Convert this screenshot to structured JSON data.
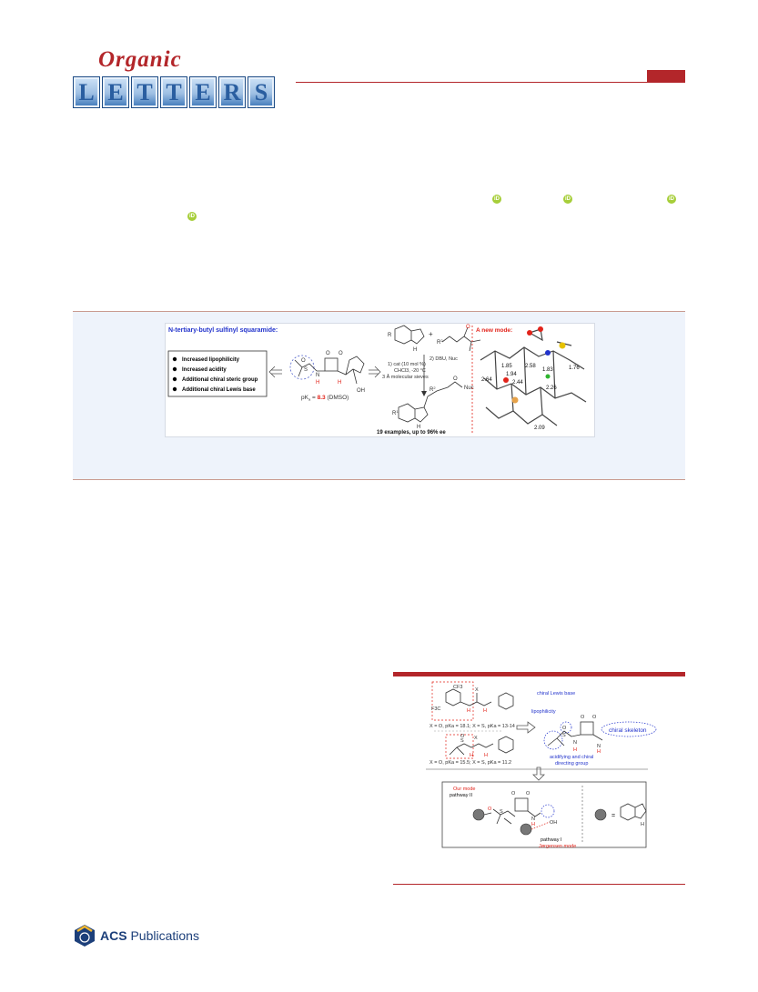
{
  "masthead": {
    "journal_script": "Organic",
    "journal_letters": [
      "L",
      "E",
      "T",
      "T",
      "E",
      "R",
      "S"
    ]
  },
  "toc": {
    "title": "N-tertiary-butyl sulfinyl squaramide:",
    "features": [
      "Increased lipophilicity",
      "Increased acidity",
      "Additional chiral steric group",
      "Additional chiral Lewis base"
    ],
    "pka_prefix": "pK",
    "pka_sub": "a",
    "pka_eq": " = ",
    "pka_value": "8.3",
    "pka_solvent": " (DMSO)",
    "nh_label": "H",
    "oh_label": "OH",
    "o_label": "O",
    "s_label": "S",
    "n_label": "N",
    "plus": "+",
    "r_label": "R",
    "r1_label": "R",
    "r1_sup": "1",
    "r2_label": "R",
    "r2_sup": "2",
    "step1": "1) cat (10 mol %)",
    "step1b": "CHCl3, -20 °C",
    "step1c": "3 Å molecular sieves",
    "step2": "2) DBU, Nuc",
    "nuc_label": "Nuc",
    "result": "19 examples, up to 96% ee",
    "mode_title": "A new mode:",
    "distances": [
      "2.58",
      "1.85",
      "1.83",
      "1.76",
      "1.94",
      "2.64",
      "2.44",
      "2.26",
      "2.09"
    ]
  },
  "figure1": {
    "cf3": "CF3",
    "f3c": "F3C",
    "x_label": "X",
    "h_label": "H",
    "n_label": "N",
    "o_label": "O",
    "s_label": "S",
    "pka_line1": "X = O, pKa = 18.1; X = S, pKa = 13-14",
    "pka_line2": "X = O, pKa = 15.5; X = S, pKa = 11.2",
    "chiral_lewis_base": "chiral Lewis base",
    "lipophilicity": "lipophilicity",
    "chiral_skeleton": "chiral skeleton",
    "acidifying": "acidifying and chiral",
    "directing": "directing group",
    "our_mode": "Our mode",
    "pathway2": "pathway II",
    "pathway1": "pathway I",
    "jorgensen": "Jørgensen mode",
    "oh_label": "OH",
    "equals": "="
  },
  "footer": {
    "acs_bold": "ACS",
    "acs_rest": " Publications"
  },
  "colors": {
    "brand_red": "#b3262a",
    "toc_title_blue": "#2233cc",
    "pka_red": "#e2231a",
    "orcid_green": "#a6ce39",
    "acs_blue": "#1c3f7a"
  }
}
